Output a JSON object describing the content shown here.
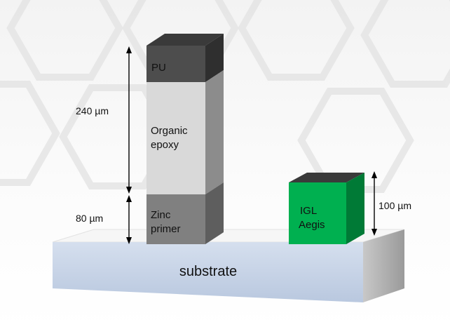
{
  "layers": {
    "pu": "PU",
    "organic_epoxy_line1": "Organic",
    "organic_epoxy_line2": "epoxy",
    "zinc_primer_line1": "Zinc",
    "zinc_primer_line2": "primer"
  },
  "dimensions": {
    "upper_thickness": "240 µm",
    "lower_thickness": "80 µm",
    "igl_thickness": "100 µm"
  },
  "igl": {
    "line1": "IGL",
    "line2": "Aegis"
  },
  "substrate": {
    "label": "substrate"
  },
  "colors": {
    "pu": "#4d4d4d",
    "organic_epoxy": "#d9d9d9",
    "zinc_primer": "#808080",
    "igl_front": "#00b050",
    "igl_side": "#007a36",
    "substrate_front": "#c9d5e8",
    "substrate_top": "#f4f4f4"
  }
}
